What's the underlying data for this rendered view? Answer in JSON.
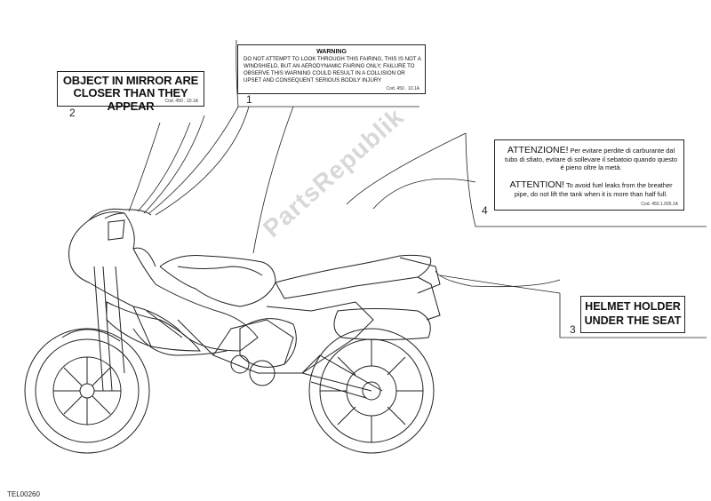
{
  "labels": {
    "mirror": {
      "number": "2",
      "line1": "OBJECT IN MIRROR ARE",
      "line2": "CLOSER THAN THEY APPEAR",
      "code": "Cod. 450 . 10.1A"
    },
    "warning": {
      "number": "1",
      "heading": "WARNING",
      "body": "DO NOT ATTEMPT TO LOOK THROUGH THIS FAIRING, THIS IS NOT A WINDSHIELD, BUT AN AERODYNAMIC FAIRING ONLY; FAILURE TO OBSERVE THIS WARNING COULD RESULT IN A COLLISION OR UPSET AND CONSEQUENT SERIOUS BODILY INJURY",
      "code": "Cod. 450 . 10.1A"
    },
    "fuel": {
      "number": "4",
      "it_head": "ATTENZIONE!",
      "it_body": "Per evitare perdite di carburante dal tubo di sfiato, evitare di sollevare il sebatoio quando questo é pieno oltre la metà.",
      "en_head": "ATTENTION!",
      "en_body": "To avoid fuel leaks from the breather pipe, do not lift the tank when it is more than half full.",
      "code": "Cod. 450.1.005.1A"
    },
    "helmet": {
      "number": "3",
      "line1": "HELMET HOLDER",
      "line2": "UNDER THE SEAT"
    }
  },
  "watermark": "PartsRepublik",
  "document_code": "TEL00260"
}
